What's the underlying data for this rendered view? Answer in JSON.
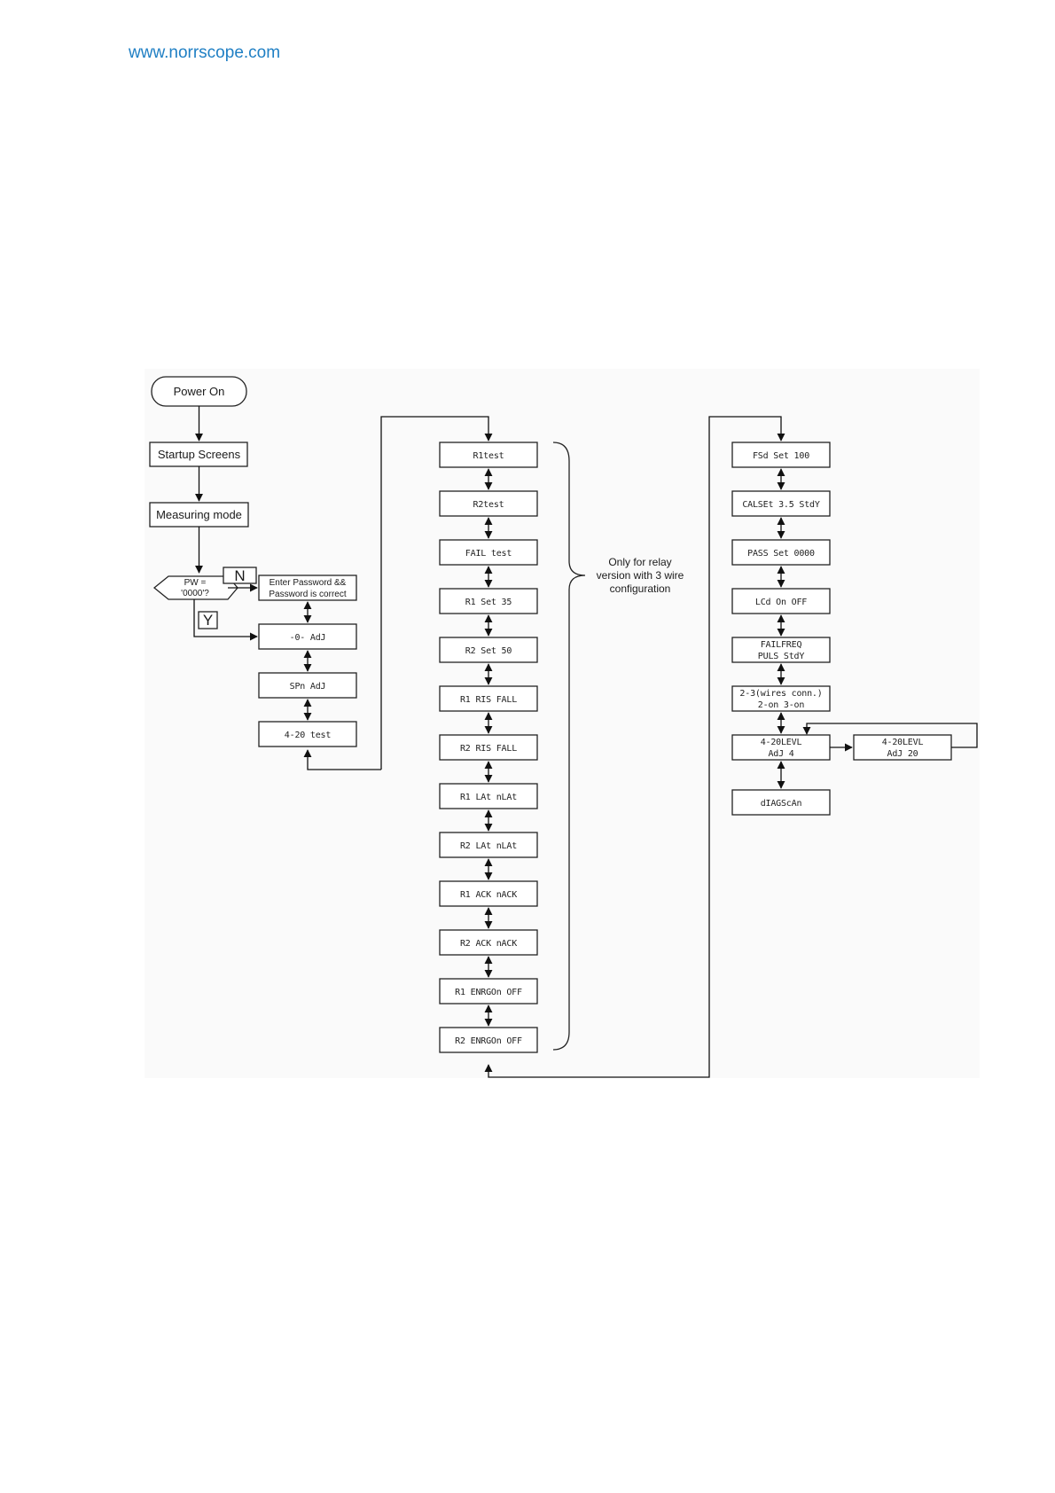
{
  "header": {
    "site_link": "www.norrscope.com"
  },
  "diagram": {
    "power_on": "Power On",
    "startup": "Startup Screens",
    "measuring": "Measuring mode",
    "decision_line1": "PW =",
    "decision_line2": "'0000'?",
    "decision_no": "N",
    "decision_yes": "Y",
    "enter_pw_line1": "Enter Password &&",
    "enter_pw_line2": "Password is correct",
    "col1_items": [
      "-0- AdJ",
      "SPn AdJ",
      "4-20 test"
    ],
    "col2_items": [
      "R1test",
      "R2test",
      "FAIL test",
      "R1 Set 35",
      "R2 Set 50",
      "R1 RIS FALL",
      "R2 RIS FALL",
      "R1 LAt nLAt",
      "R2 LAt nLAt",
      "R1 ACK nACK",
      "R2 ACK nACK",
      "R1 ENRGOn OFF",
      "R2 ENRGOn OFF"
    ],
    "relay_note": [
      "Only for relay",
      "version with 3 wire",
      "configuration"
    ],
    "col3_items": [
      [
        "FSd Set 100"
      ],
      [
        "CALSEt 3.5 StdY"
      ],
      [
        "PASS Set 0000"
      ],
      [
        "LCd On OFF"
      ],
      [
        "FAILFREQ",
        "PULS StdY"
      ],
      [
        "2-3(wires conn.)",
        "2-on 3-on"
      ],
      [
        "4-20LEVL",
        "AdJ 4"
      ],
      [
        "dIAGScAn"
      ]
    ],
    "side_box": [
      "4-20LEVL",
      "AdJ 20"
    ]
  }
}
